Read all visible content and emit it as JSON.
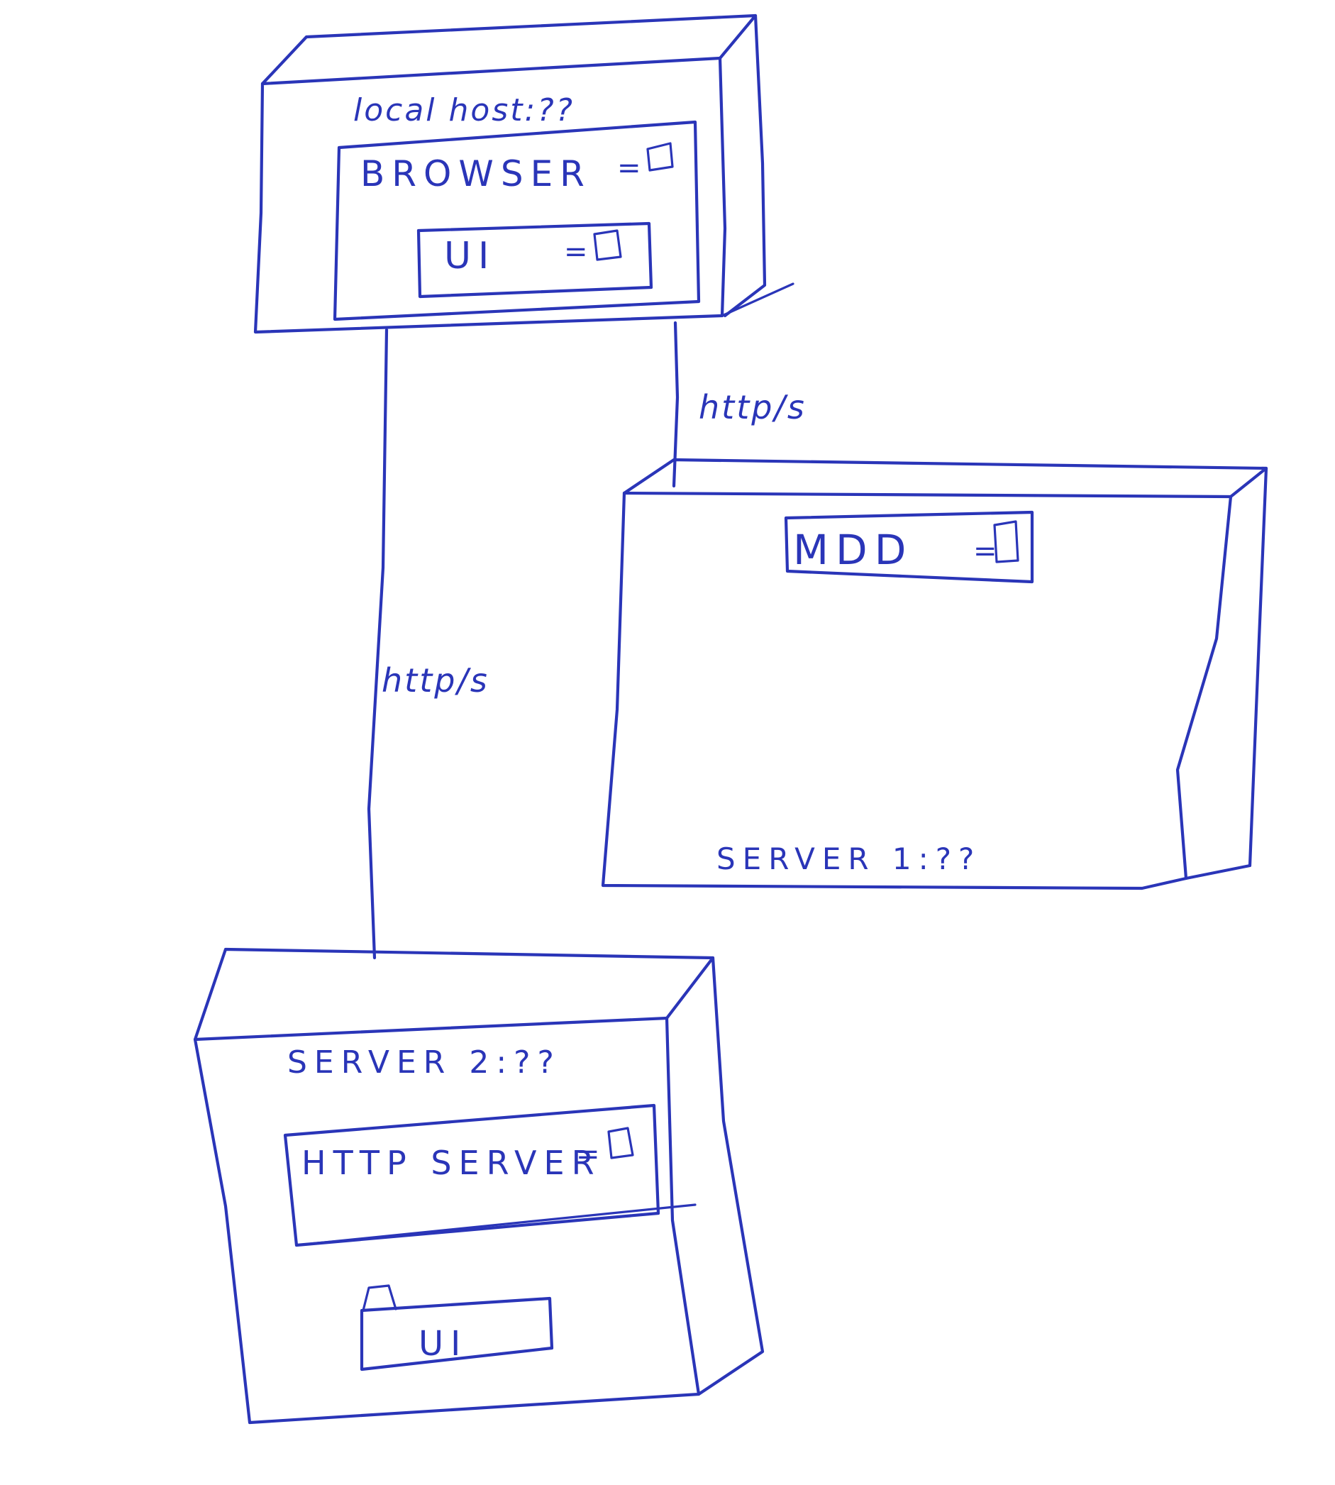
{
  "diagram": {
    "ink_color": "#2a35b8",
    "background": "#ffffff",
    "nodes": {
      "localhost_box": {
        "title": "local host:??",
        "browser": {
          "label": "BROWSER",
          "port_marker": "="
        },
        "ui": {
          "label": "UI",
          "port_marker": "="
        }
      },
      "server1_box": {
        "title": "SERVER 1:??",
        "mdd": {
          "label": "MDD",
          "port_marker": "="
        }
      },
      "server2_box": {
        "title": "SERVER 2:??",
        "http_server": {
          "label": "HTTP SERVER",
          "port_marker": "="
        },
        "ui_folder": {
          "label": "UI"
        }
      }
    },
    "connections": [
      {
        "from": "localhost_box",
        "to": "server1_box",
        "label": "http/s"
      },
      {
        "from": "localhost_box",
        "to": "server2_box",
        "label": "http/s"
      }
    ]
  }
}
